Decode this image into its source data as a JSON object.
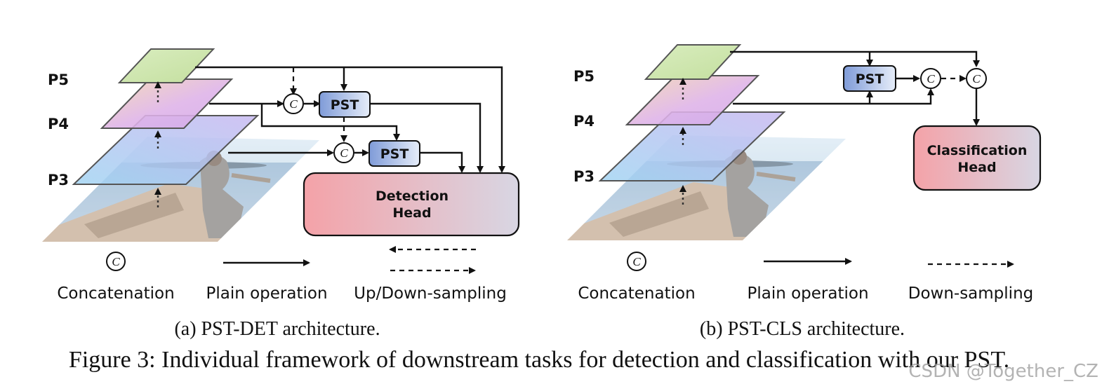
{
  "panel_a": {
    "levels": [
      "P5",
      "P4",
      "P3"
    ],
    "pst_label": "PST",
    "head_label_line1": "Detection",
    "head_label_line2": "Head",
    "legend": {
      "concat": "Concatenation",
      "plain": "Plain operation",
      "sampling": "Up/Down-sampling"
    },
    "caption": "(a) PST-DET architecture."
  },
  "panel_b": {
    "levels": [
      "P5",
      "P4",
      "P3"
    ],
    "pst_label": "PST",
    "head_label_line1": "Classification",
    "head_label_line2": "Head",
    "legend": {
      "concat": "Concatenation",
      "plain": "Plain operation",
      "sampling": "Down-sampling"
    },
    "caption": "(b) PST-CLS architecture."
  },
  "concat_symbol": "C",
  "figure_caption": "Figure 3: Individual framework of downstream tasks for detection and classification with our PST.",
  "watermark": "CSDN @Together_CZ",
  "colors": {
    "p5": "#cfe6b0",
    "p4_a": "#ddb0e8",
    "p4_b": "#f3d6b4",
    "p3_a": "#a8c6f0",
    "p3_b": "#c9b8ef",
    "pst_a": "#8aa5dc",
    "pst_b": "#dfe8f8",
    "head_a": "#f2a0a6",
    "head_b": "#d6d4e2"
  }
}
